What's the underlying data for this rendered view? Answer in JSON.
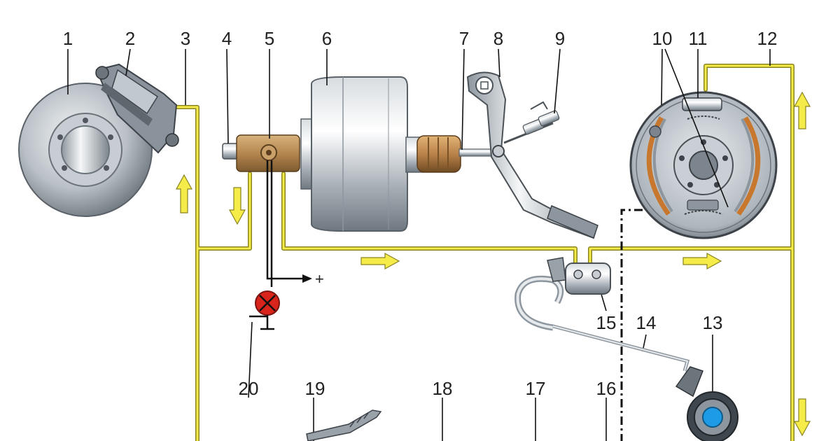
{
  "labels": {
    "l1": "1",
    "l2": "2",
    "l3": "3",
    "l4": "4",
    "l5": "5",
    "l6": "6",
    "l7": "7",
    "l8": "8",
    "l9": "9",
    "l10": "10",
    "l11": "11",
    "l12": "12",
    "l13": "13",
    "l14": "14",
    "l15": "15",
    "l16": "16",
    "l17": "17",
    "l18": "18",
    "l19": "19",
    "l20": "20"
  },
  "plus_sign": "+",
  "colors": {
    "brake_line_fill": "#f5ec4a",
    "brake_line_outline": "#8a8420",
    "flow_arrow": "#f5ec4a",
    "warning_lamp": "#d9241c",
    "pressure_regulator_body": "#b78a55",
    "wheel_cylinder_piston": "#1e9be6",
    "brake_shoe_lining": "#c8782e",
    "metal_light": "#e9ecef",
    "metal_dark": "#6e767e"
  }
}
